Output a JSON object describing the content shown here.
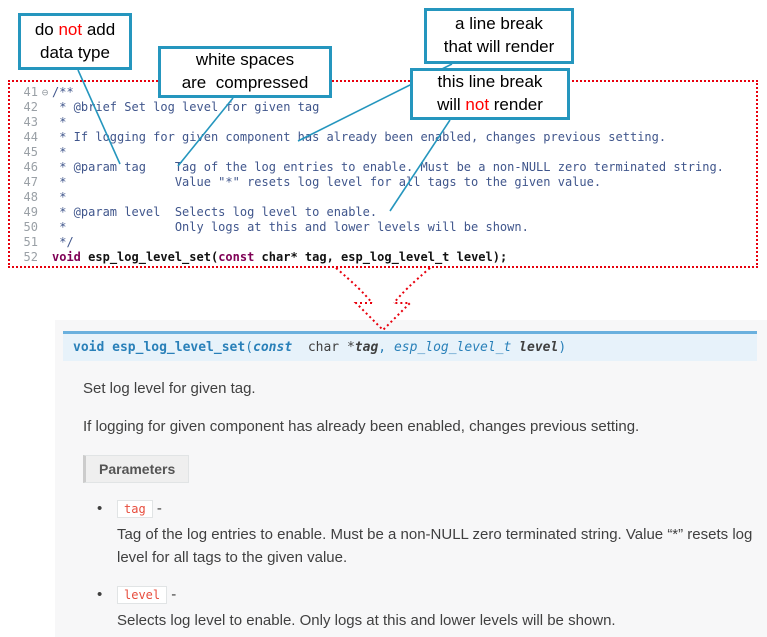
{
  "colors": {
    "callout_border": "#2596be",
    "annotation_red": "#ff0000",
    "code_box_border": "#e8000d",
    "signature_bg": "#e7f2fa",
    "signature_border": "#6ab0de",
    "signature_text": "#2980b9",
    "param_literal_text": "#e74c3c"
  },
  "callouts": {
    "box1": {
      "l1a": "do ",
      "l1b": "not",
      "l1c": " add",
      "l2": "data type"
    },
    "box2": {
      "l1": "white spaces",
      "l2": "are  compressed"
    },
    "box3": {
      "l1": "a line break",
      "l2": "that will render"
    },
    "box4": {
      "l1": "this line break",
      "l2a": "will ",
      "l2b": "not",
      "l2c": " render"
    }
  },
  "editor": {
    "lines": [
      {
        "num": "41",
        "fold": "⊖",
        "segs": [
          {
            "t": "/**",
            "c": "comment"
          }
        ]
      },
      {
        "num": "42",
        "segs": [
          {
            "t": " * @brief Set log level for given tag",
            "c": "comment"
          }
        ]
      },
      {
        "num": "43",
        "segs": [
          {
            "t": " *",
            "c": "comment"
          }
        ]
      },
      {
        "num": "44",
        "segs": [
          {
            "t": " * If logging for given component has already been enabled, changes previous setting.",
            "c": "comment"
          }
        ]
      },
      {
        "num": "45",
        "segs": [
          {
            "t": " *",
            "c": "comment"
          }
        ]
      },
      {
        "num": "46",
        "segs": [
          {
            "t": " * @param tag    Tag of the log entries to enable. Must be a non-NULL zero terminated string.",
            "c": "comment"
          }
        ]
      },
      {
        "num": "47",
        "segs": [
          {
            "t": " *               Value \"*\" resets log level for all tags to the given value.",
            "c": "comment"
          }
        ]
      },
      {
        "num": "48",
        "segs": [
          {
            "t": " *",
            "c": "comment"
          }
        ]
      },
      {
        "num": "49",
        "segs": [
          {
            "t": " * @param level  Selects log level to enable.",
            "c": "comment"
          }
        ]
      },
      {
        "num": "50",
        "segs": [
          {
            "t": " *               Only logs at this and lower levels will be shown.",
            "c": "comment"
          }
        ]
      },
      {
        "num": "51",
        "segs": [
          {
            "t": " */",
            "c": "comment"
          }
        ]
      },
      {
        "num": "52",
        "segs": [
          {
            "t": "void",
            "c": "kw"
          },
          {
            "t": " ",
            "c": "plain"
          },
          {
            "t": "esp_log_level_set",
            "c": "fn"
          },
          {
            "t": "(",
            "c": "plain"
          },
          {
            "t": "const",
            "c": "kw"
          },
          {
            "t": " char* tag, esp_log_level_t level);",
            "c": "plain"
          }
        ]
      }
    ]
  },
  "docs": {
    "signature": [
      {
        "t": "void ",
        "c": "s-kw"
      },
      {
        "t": "esp_log_level_set",
        "c": "s-name"
      },
      {
        "t": "(",
        "c": "s-p"
      },
      {
        "t": "const",
        "c": "s-kwi"
      },
      {
        "t": "  char *",
        "c": "s-pl"
      },
      {
        "t": "tag",
        "c": "s-param"
      },
      {
        "t": ", ",
        "c": "s-p"
      },
      {
        "t": "esp_log_level_t ",
        "c": "s-type"
      },
      {
        "t": "level",
        "c": "s-param"
      },
      {
        "t": ")",
        "c": "s-p"
      }
    ],
    "para1": "Set log level for given tag.",
    "para2": "If logging for given component has already been enabled, changes previous setting.",
    "params_label": "Parameters",
    "bullet_glyph": "•",
    "params": [
      {
        "name": "tag",
        "dash": "-",
        "desc": "Tag of the log entries to enable. Must be a non-NULL zero terminated string. Value “*” resets log level for all tags to the given value."
      },
      {
        "name": "level",
        "dash": "-",
        "desc": "Selects log level to enable. Only logs at this and lower levels will be shown."
      }
    ]
  }
}
